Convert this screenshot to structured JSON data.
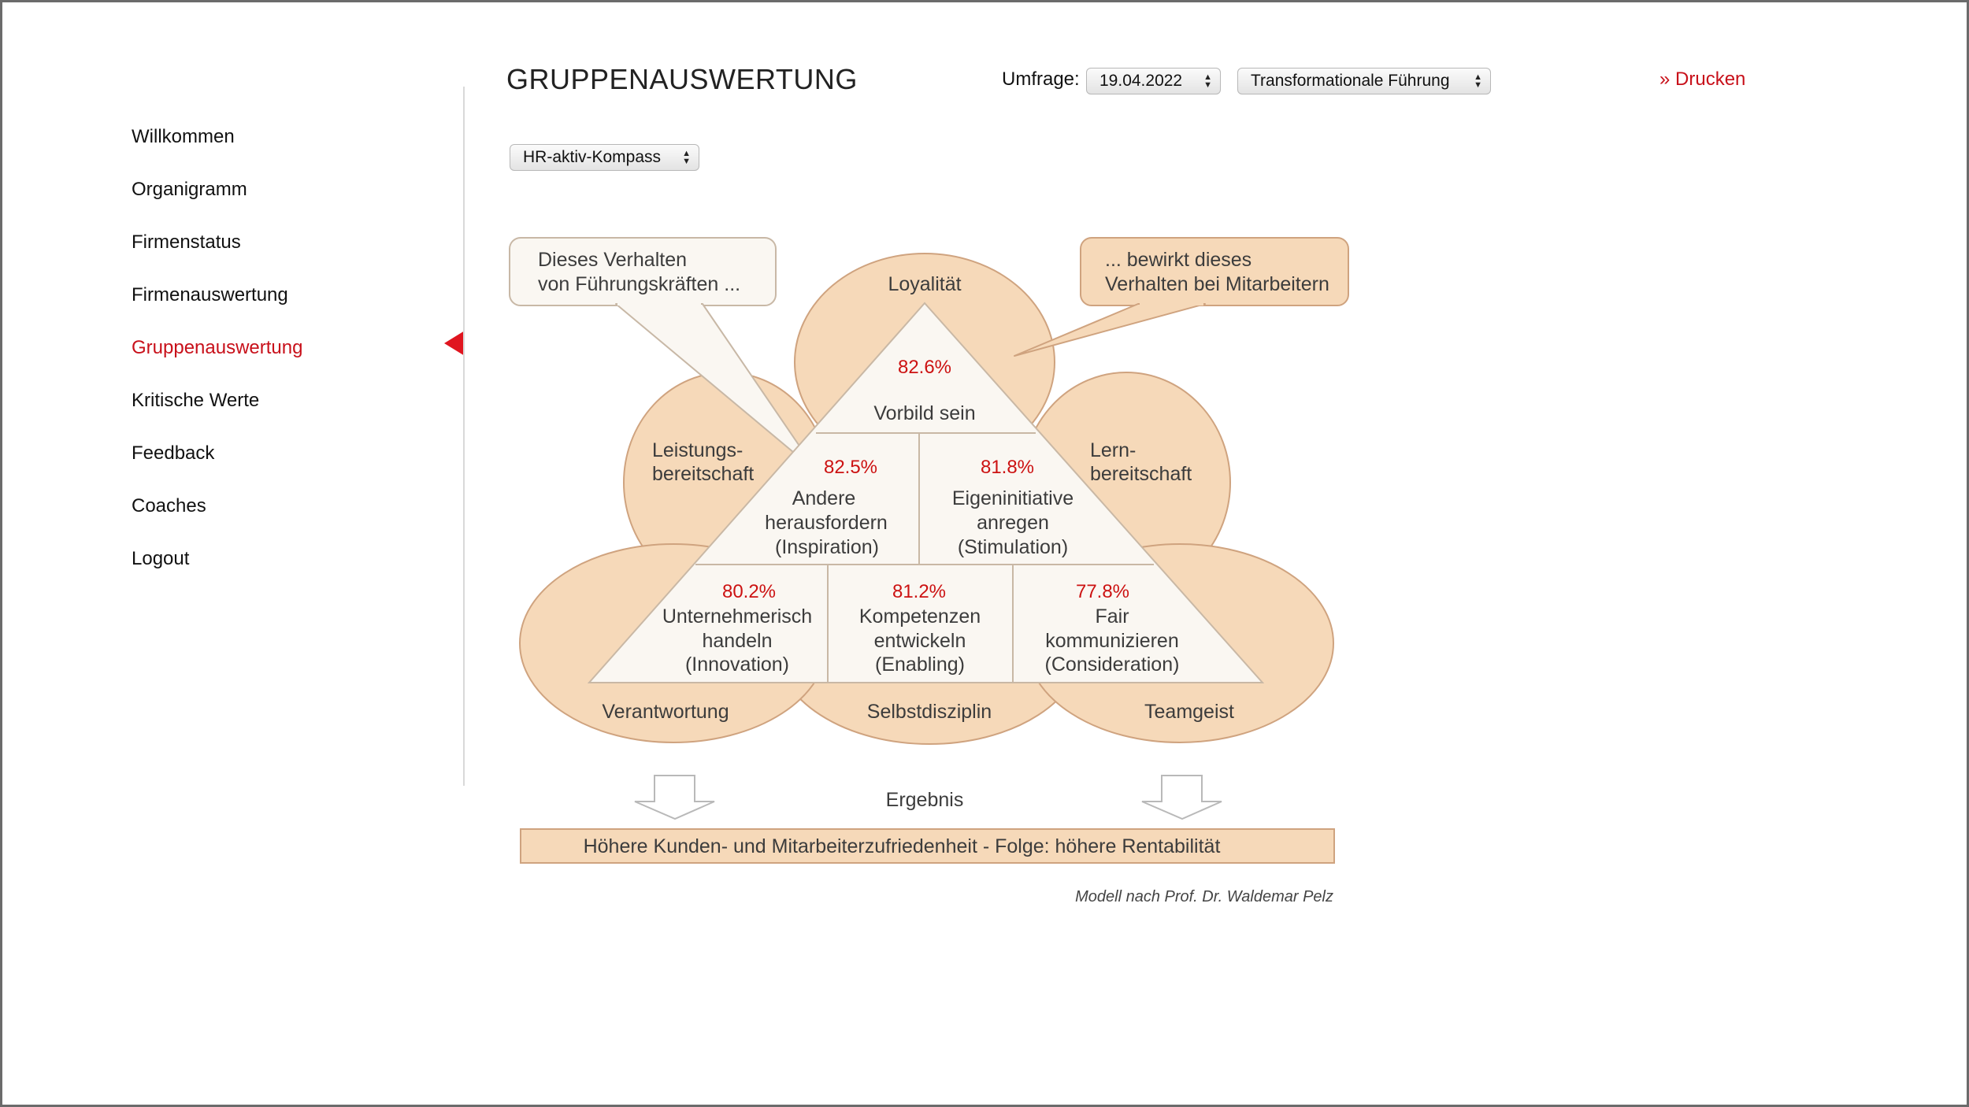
{
  "sidebar": {
    "items": [
      {
        "label": "Willkommen"
      },
      {
        "label": "Organigramm"
      },
      {
        "label": "Firmenstatus"
      },
      {
        "label": "Firmenauswertung"
      },
      {
        "label": "Gruppenauswertung",
        "active": true
      },
      {
        "label": "Kritische Werte"
      },
      {
        "label": "Feedback"
      },
      {
        "label": "Coaches"
      },
      {
        "label": "Logout"
      }
    ]
  },
  "header": {
    "title": "GRUPPENAUSWERTUNG",
    "survey_label": "Umfrage:",
    "survey_date": "19.04.2022",
    "survey_topic": "Transformationale Führung",
    "print_link": "» Drucken"
  },
  "view_select": "HR-aktiv-Kompass",
  "diagram": {
    "callout_left": [
      "Dieses Verhalten",
      "von Führungskräften ..."
    ],
    "callout_right": [
      "... bewirkt dieses",
      "Verhalten bei Mitarbeitern"
    ],
    "values": {
      "loyalitaet": "Loyalität",
      "leistung": [
        "Leistungs-",
        "bereitschaft"
      ],
      "lern": [
        "Lern-",
        "bereitschaft"
      ],
      "verantwortung": "Verantwortung",
      "selbstdisziplin": "Selbstdisziplin",
      "teamgeist": "Teamgeist"
    },
    "cells": [
      {
        "id": "vorbild",
        "percent": "82.6%",
        "lines": [
          "Vorbild sein"
        ]
      },
      {
        "id": "inspiration",
        "percent": "82.5%",
        "lines": [
          "Andere",
          "herausfordern",
          "(Inspiration)"
        ]
      },
      {
        "id": "stimulation",
        "percent": "81.8%",
        "lines": [
          "Eigeninitiative",
          "anregen",
          "(Stimulation)"
        ]
      },
      {
        "id": "innovation",
        "percent": "80.2%",
        "lines": [
          "Unternehmerisch",
          "handeln",
          "(Innovation)"
        ]
      },
      {
        "id": "enabling",
        "percent": "81.2%",
        "lines": [
          "Kompetenzen",
          "entwickeln",
          "(Enabling)"
        ]
      },
      {
        "id": "consideration",
        "percent": "77.8%",
        "lines": [
          "Fair",
          "kommunizieren",
          "(Consideration)"
        ]
      }
    ],
    "result_label": "Ergebnis",
    "result_text": "Höhere Kunden- und Mitarbeiterzufriedenheit - Folge: höhere Rentabilität",
    "credit": "Modell nach Prof. Dr. Waldemar Pelz",
    "colors": {
      "blob_fill": "#f6d9b9",
      "blob_stroke": "#cfa37f",
      "triangle_fill": "#faf7f2",
      "percent": "#cc1212",
      "active_nav": "#c8101a"
    }
  }
}
